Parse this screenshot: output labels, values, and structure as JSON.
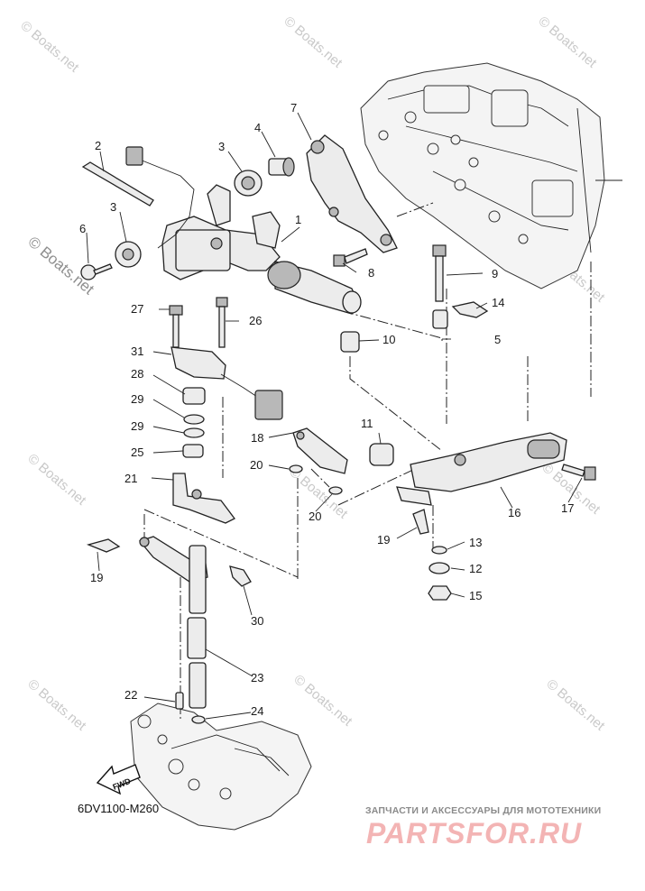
{
  "diagram": {
    "code": "6DV1100-M260",
    "fwd_label": "FWD",
    "watermark": "© Boats.net",
    "footer_tagline": "ЗАПЧАСТИ И АКСЕССУАРЫ ДЛЯ МОТОТЕХНИКИ",
    "footer_brand": "PARTSFOR.RU",
    "callouts": [
      {
        "id": "c1",
        "text": "1"
      },
      {
        "id": "c2",
        "text": "2"
      },
      {
        "id": "c3a",
        "text": "3"
      },
      {
        "id": "c3b",
        "text": "3"
      },
      {
        "id": "c4",
        "text": "4"
      },
      {
        "id": "c5",
        "text": "5"
      },
      {
        "id": "c6",
        "text": "6"
      },
      {
        "id": "c7",
        "text": "7"
      },
      {
        "id": "c8",
        "text": "8"
      },
      {
        "id": "c9",
        "text": "9"
      },
      {
        "id": "c10",
        "text": "10"
      },
      {
        "id": "c11",
        "text": "11"
      },
      {
        "id": "c12",
        "text": "12"
      },
      {
        "id": "c13",
        "text": "13"
      },
      {
        "id": "c14",
        "text": "14"
      },
      {
        "id": "c15",
        "text": "15"
      },
      {
        "id": "c16",
        "text": "16"
      },
      {
        "id": "c17",
        "text": "17"
      },
      {
        "id": "c18",
        "text": "18"
      },
      {
        "id": "c19a",
        "text": "19"
      },
      {
        "id": "c19b",
        "text": "19"
      },
      {
        "id": "c20a",
        "text": "20"
      },
      {
        "id": "c20b",
        "text": "20"
      },
      {
        "id": "c21",
        "text": "21"
      },
      {
        "id": "c22",
        "text": "22"
      },
      {
        "id": "c23",
        "text": "23"
      },
      {
        "id": "c24",
        "text": "24"
      },
      {
        "id": "c25",
        "text": "25"
      },
      {
        "id": "c26",
        "text": "26"
      },
      {
        "id": "c27",
        "text": "27"
      },
      {
        "id": "c28",
        "text": "28"
      },
      {
        "id": "c29a",
        "text": "29"
      },
      {
        "id": "c29b",
        "text": "29"
      },
      {
        "id": "c30",
        "text": "30"
      },
      {
        "id": "c31",
        "text": "31"
      }
    ]
  }
}
